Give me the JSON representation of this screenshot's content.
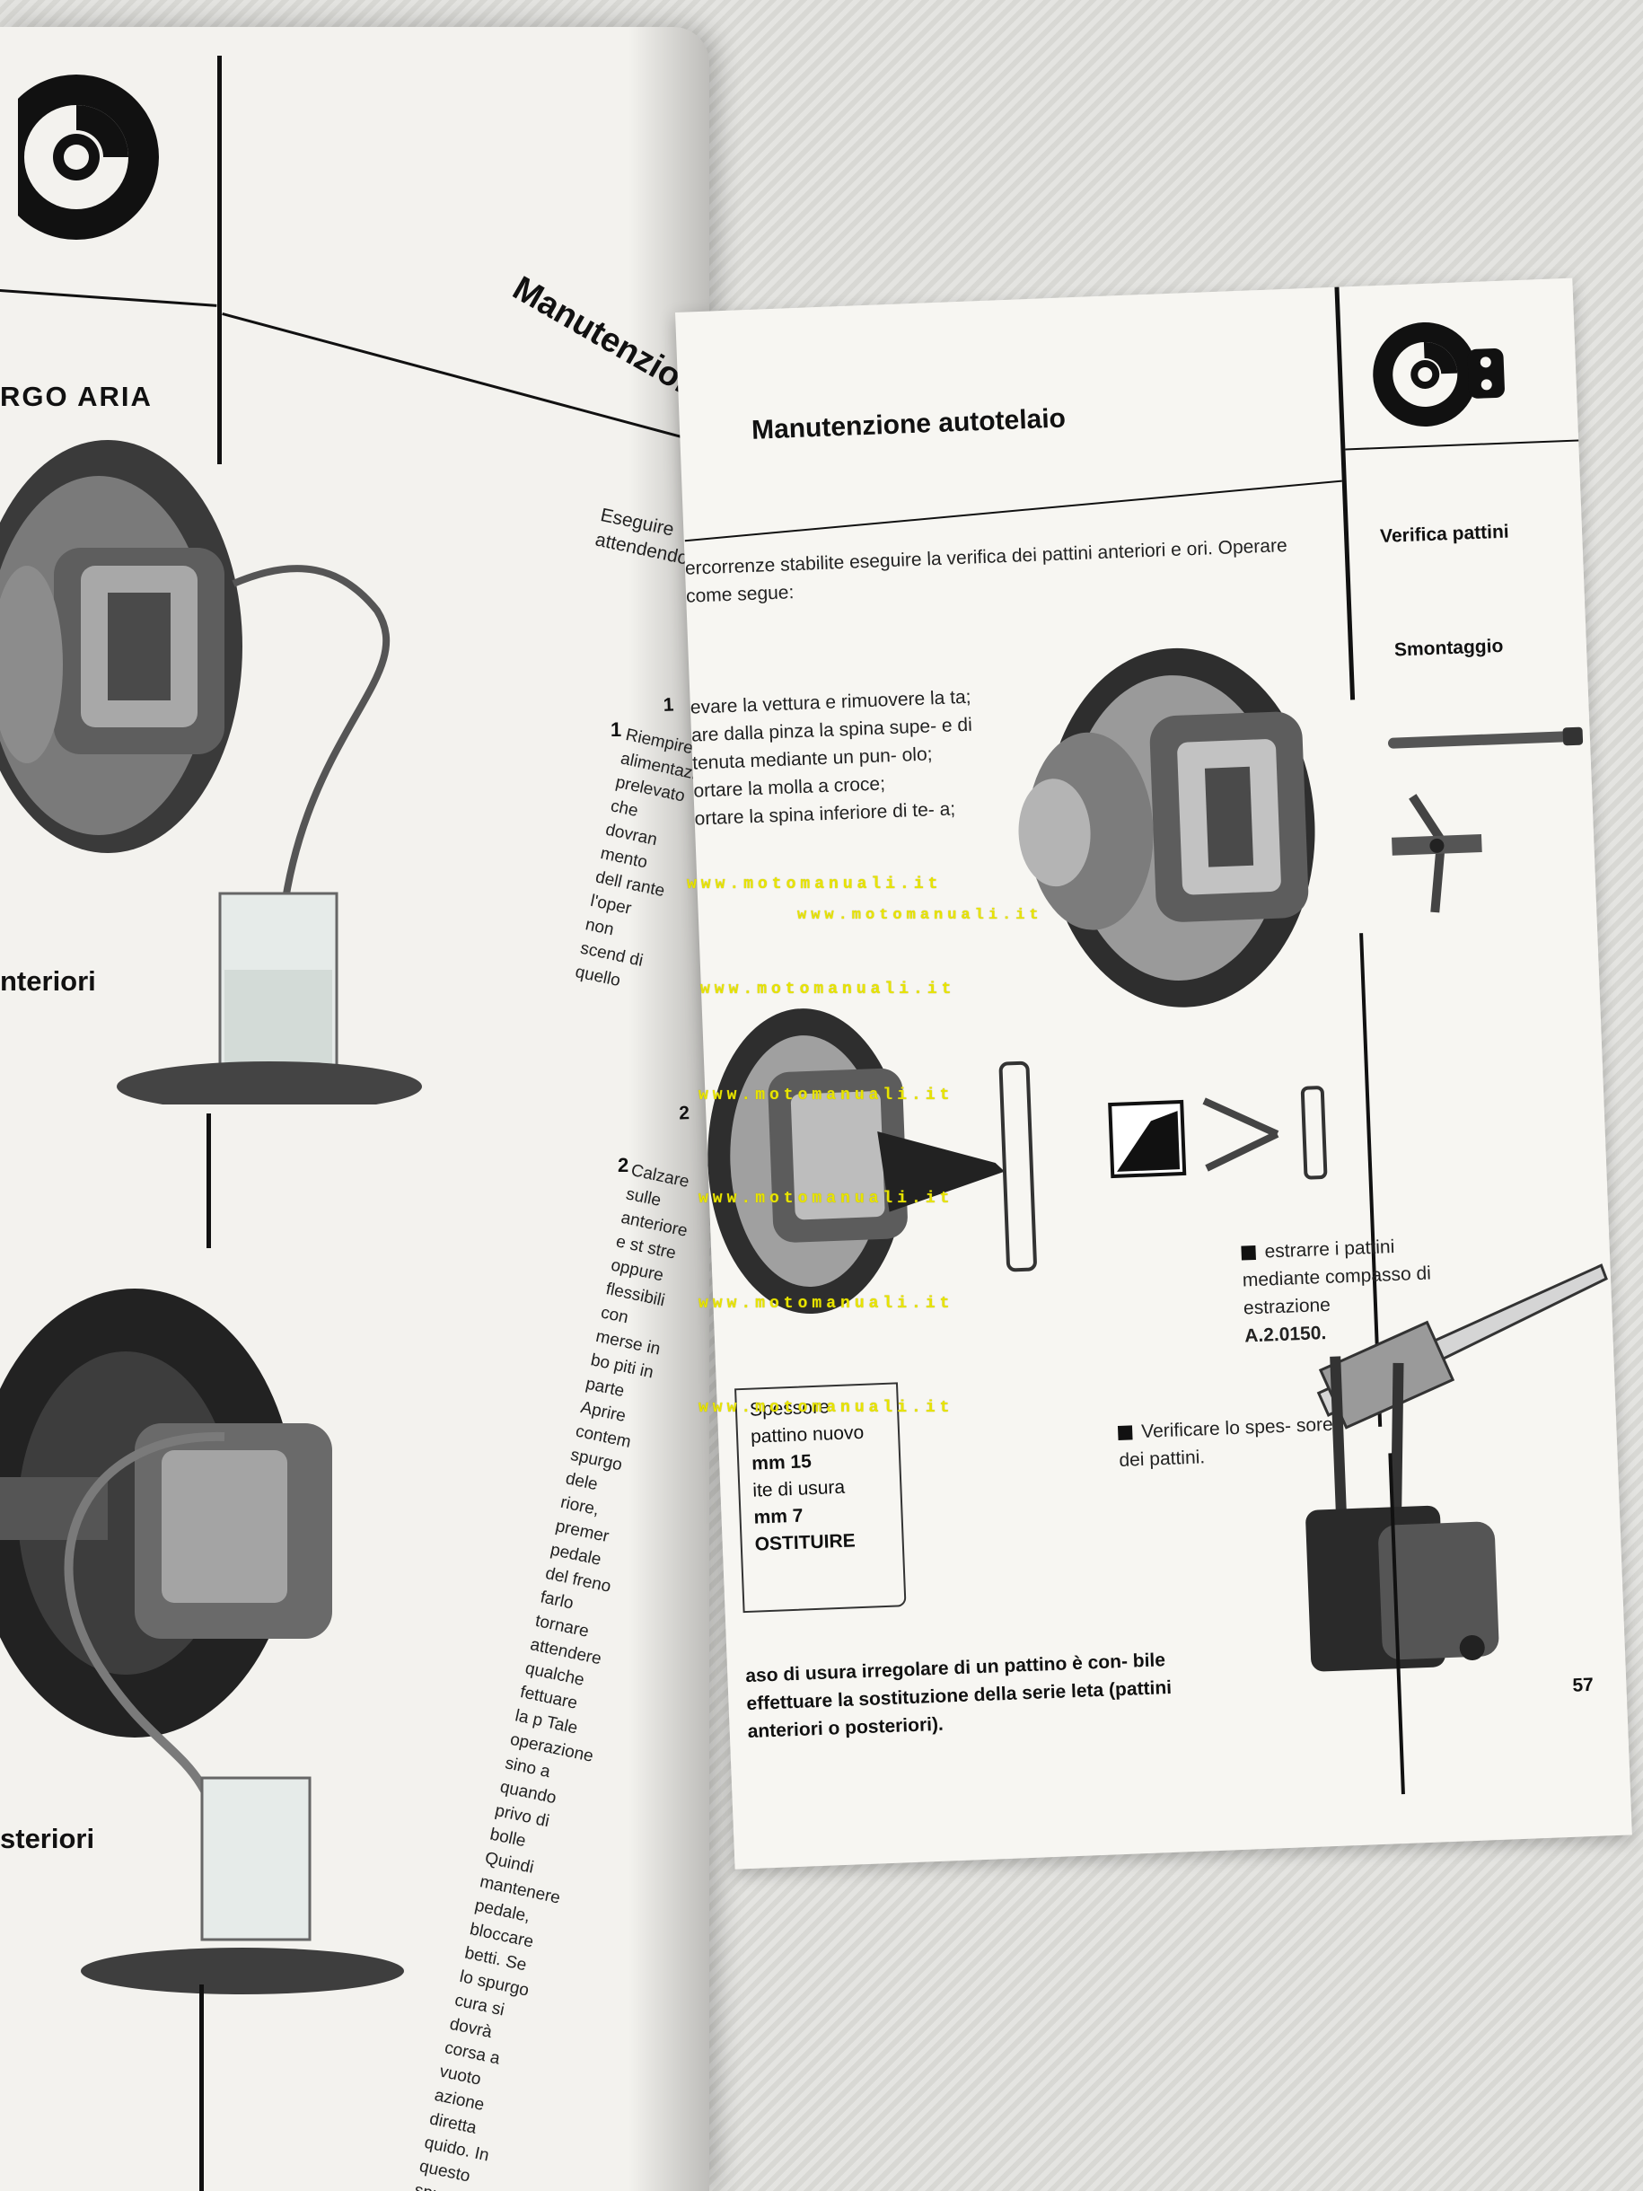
{
  "left_page": {
    "heading": "RGO ARIA",
    "title": "Manutenzione",
    "label_front": "nteriori",
    "label_rear": "steriori",
    "text_top": "Eseguire attendendo",
    "step1_num": "1",
    "step1_text": "Riempire alimentazi prelevato che dovran mento dell rante l'oper non scend di quello",
    "step2_num": "2",
    "step2_text": "Calzare sulle anteriore e st stre oppure flessibili con merse in bo piti in parte Aprire contem spurgo dele riore, premer pedale del freno farlo tornare attendere qualche fettuare la p Tale operazione sino a quando privo di bolle Quindi mantenere pedale, bloccare betti. Se lo spurgo cura si dovrà corsa a vuoto azione diretta quido. In questo spurgo."
  },
  "right_page": {
    "title": "Manutenzione autotelaio",
    "side_heading_1": "Verifica pattini",
    "side_heading_2": "Smontaggio",
    "intro": "ercorrenze stabilite eseguire la verifica dei pattini anteriori e ori. Operare come segue:",
    "step1_num": "1",
    "step1_lines": [
      "evare la vettura e rimuovere la ta;",
      "are dalla pinza la spina supe- e di tenuta mediante un pun- olo;",
      "ortare la molla a croce;",
      "ortare la spina inferiore di te- a;"
    ],
    "step2_num": "2",
    "note_extract": "estrarre i pattini mediante compasso di estrazione",
    "note_extract_code": "A.2.0150.",
    "box_line1": "Spessore",
    "box_line2": "pattino nuovo",
    "box_line3": "mm 15",
    "box_line4": "ite di usura",
    "box_line5": "mm 7",
    "box_line6": "OSTITUIRE",
    "note_verify": "Verificare lo spes- sore dei pattini.",
    "final_note": "aso di usura irregolare di un pattino è con- bile effettuare la sostituzione della serie leta (pattini anteriori o posteriori).",
    "page_number": "57"
  },
  "watermarks": [
    "www.motomanuali.it",
    "www.motomanuali.it",
    "www.motomanuali.it",
    "www.motomanuali.it",
    "www.motomanuali.it",
    "www.motomanuali.it",
    "www.motomanuali.it"
  ]
}
